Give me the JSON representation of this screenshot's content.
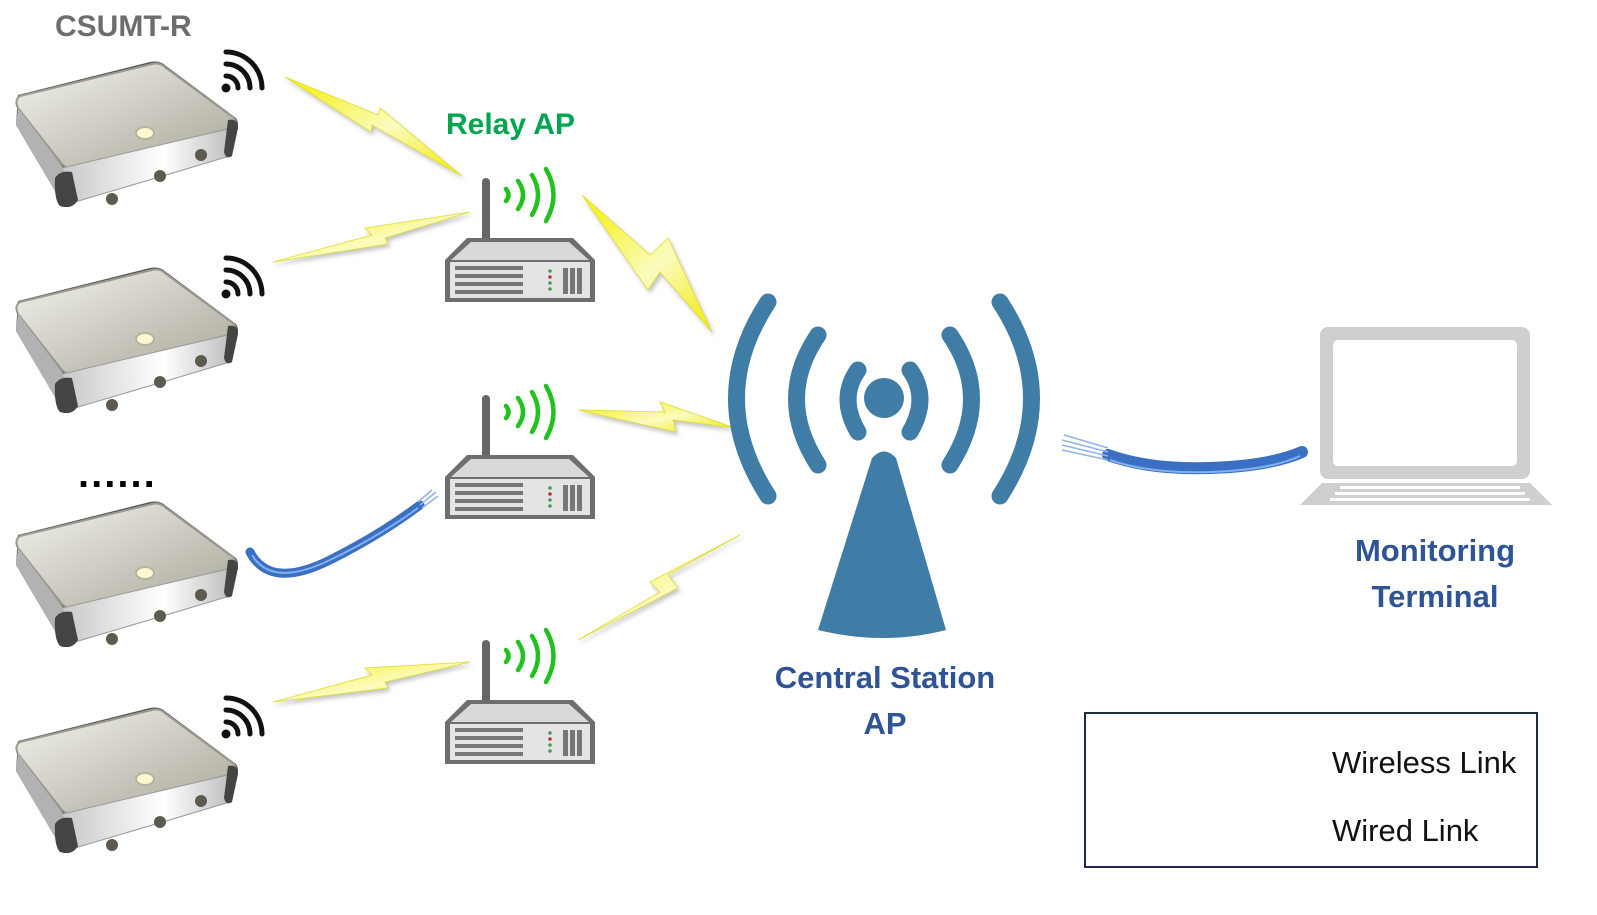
{
  "diagram": {
    "title": "CSUMT-R wireless monitoring network",
    "nodes": {
      "csumt_label": "CSUMT-R",
      "relay_label": "Relay AP",
      "central_label_line1": "Central Station",
      "central_label_line2": "AP",
      "monitor_label_line1": "Monitoring",
      "monitor_label_line2": "Terminal",
      "ellipsis": "......"
    },
    "devices": [
      {
        "id": "csumt-1",
        "type": "CSUMT-R",
        "link": "wireless",
        "connects_to": "relay-1"
      },
      {
        "id": "csumt-2",
        "type": "CSUMT-R",
        "link": "wireless",
        "connects_to": "relay-1"
      },
      {
        "id": "csumt-3",
        "type": "CSUMT-R",
        "link": "wired",
        "connects_to": "relay-2"
      },
      {
        "id": "csumt-4",
        "type": "CSUMT-R",
        "link": "wireless",
        "connects_to": "relay-3"
      }
    ],
    "relays": [
      {
        "id": "relay-1",
        "link": "wireless",
        "connects_to": "central"
      },
      {
        "id": "relay-2",
        "link": "wireless",
        "connects_to": "central"
      },
      {
        "id": "relay-3",
        "link": "wireless",
        "connects_to": "central"
      }
    ],
    "central_to_terminal_link": "wired",
    "legend": {
      "wireless": "Wireless Link",
      "wired": "Wired Link"
    },
    "colors": {
      "relay_label": "#00a64f",
      "central_blue": "#3f7ca6",
      "label_blue": "#2e5496",
      "wifi_green": "#22c21e",
      "bolt_yellow": "#f2ee2a",
      "cable_blue": "#3a6fc4",
      "laptop_gray": "#cfcfcf"
    }
  }
}
